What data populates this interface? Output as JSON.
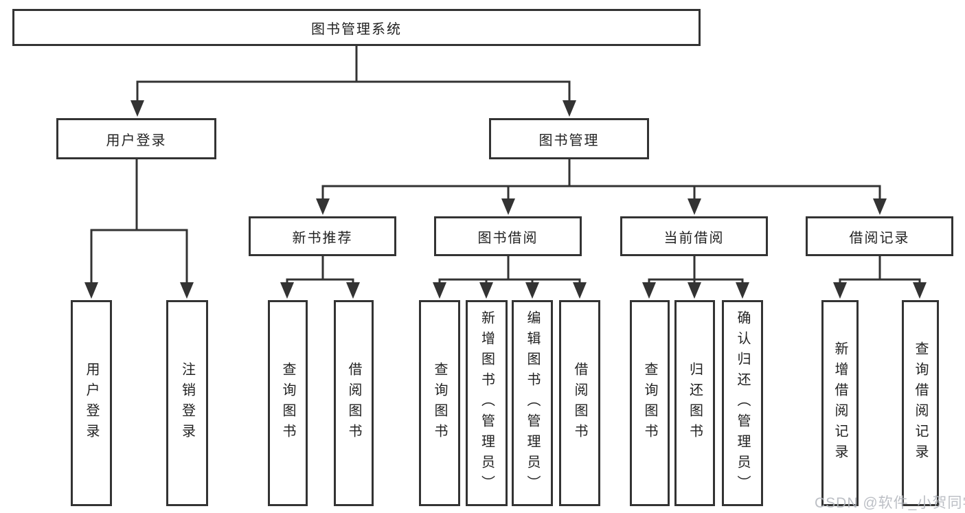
{
  "colors": {
    "background": "#ffffff",
    "line": "#333333",
    "text": "#222222",
    "watermark": "#b3b7be"
  },
  "diagram": {
    "root": {
      "label": "图书管理系统"
    },
    "branches": [
      {
        "label": "用户登录",
        "children": [
          {
            "label": "用户登录"
          },
          {
            "label": "注销登录"
          }
        ]
      },
      {
        "label": "图书管理",
        "children": [
          {
            "label": "新书推荐",
            "children": [
              {
                "label": "查询图书"
              },
              {
                "label": "借阅图书"
              }
            ]
          },
          {
            "label": "图书借阅",
            "children": [
              {
                "label": "查询图书"
              },
              {
                "label": "新增图书（管理员）"
              },
              {
                "label": "编辑图书（管理员）"
              },
              {
                "label": "借阅图书"
              }
            ]
          },
          {
            "label": "当前借阅",
            "children": [
              {
                "label": "查询图书"
              },
              {
                "label": "归还图书"
              },
              {
                "label": "确认归还（管理员）"
              }
            ]
          },
          {
            "label": "借阅记录",
            "children": [
              {
                "label": "新增借阅记录"
              },
              {
                "label": "查询借阅记录"
              }
            ]
          }
        ]
      }
    ]
  },
  "watermark": {
    "text": "CSDN @软件_小贺同学"
  }
}
